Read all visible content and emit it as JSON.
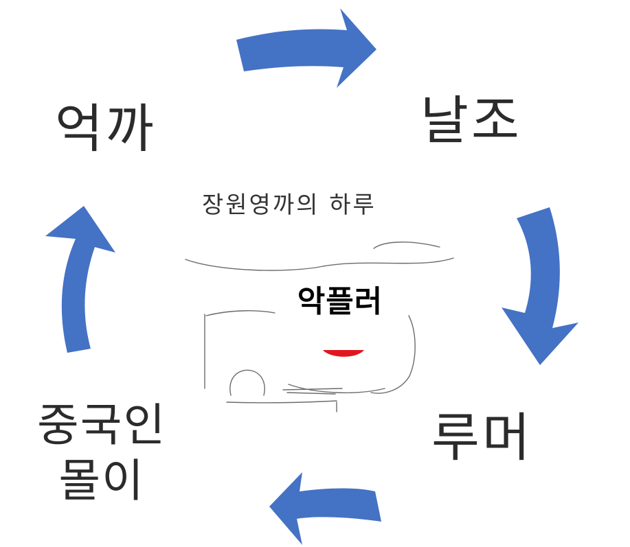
{
  "title": "장원영까의 하루",
  "cycle": [
    {
      "label": "날조"
    },
    {
      "label": "루머"
    },
    {
      "label": "중국인\n몰이"
    },
    {
      "label": "억까"
    }
  ],
  "center_caption": "악플러",
  "colors": {
    "arrow": "#4472C4",
    "text": "#2b2b2b",
    "mouth": "#e0161f"
  }
}
